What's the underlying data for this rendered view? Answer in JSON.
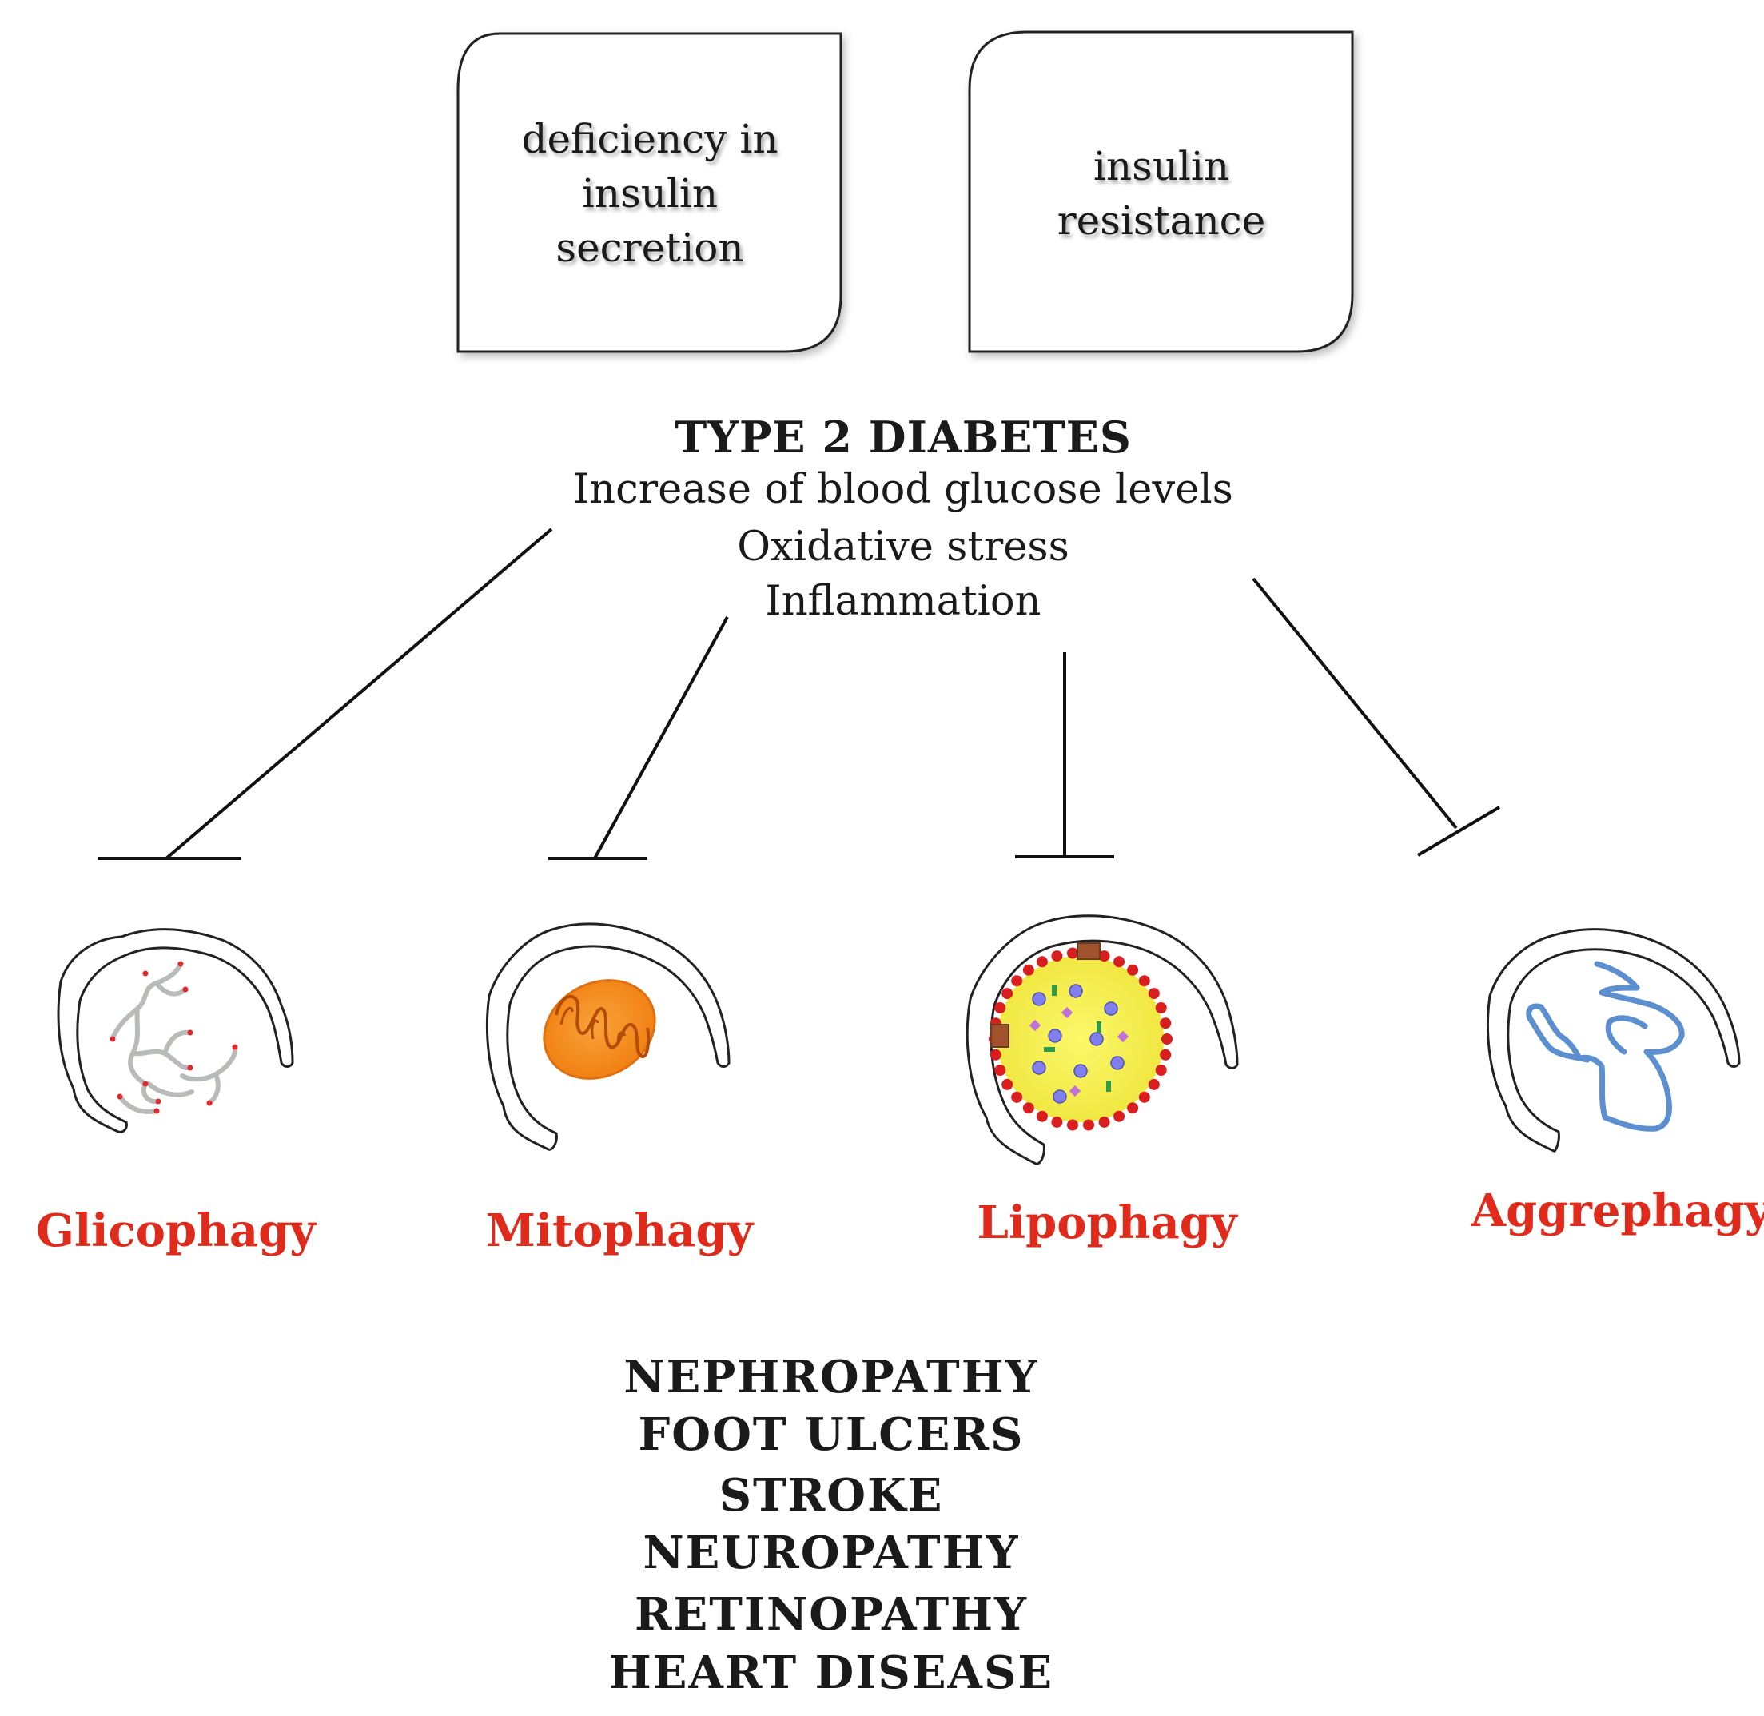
{
  "boxes": {
    "left_lines": [
      "deficiency in",
      "insulin",
      "secretion"
    ],
    "right_lines": [
      "insulin",
      "resistance"
    ]
  },
  "center": {
    "title": "TYPE 2 DIABETES",
    "lines": [
      "Increase of blood glucose levels",
      "Oxidative stress",
      "Inflammation"
    ]
  },
  "autophagy_types": [
    {
      "label": "Glicophagy",
      "icon": "glycogen-icon"
    },
    {
      "label": "Mitophagy",
      "icon": "mitochondrion-icon"
    },
    {
      "label": "Lipophagy",
      "icon": "lipid-droplet-icon"
    },
    {
      "label": "Aggrephagy",
      "icon": "protein-aggregate-icon"
    }
  ],
  "complications": [
    "NEPHROPATHY",
    "FOOT ULCERS",
    "STROKE",
    "NEUROPATHY",
    "RETINOPATHY",
    "HEART DISEASE"
  ],
  "colors": {
    "label": "#e02a1b",
    "text": "#1a1a1a",
    "mitochondrion": "#f7931e",
    "lipid_droplet": "#f2f04a",
    "aggregate": "#5b8fd0"
  }
}
